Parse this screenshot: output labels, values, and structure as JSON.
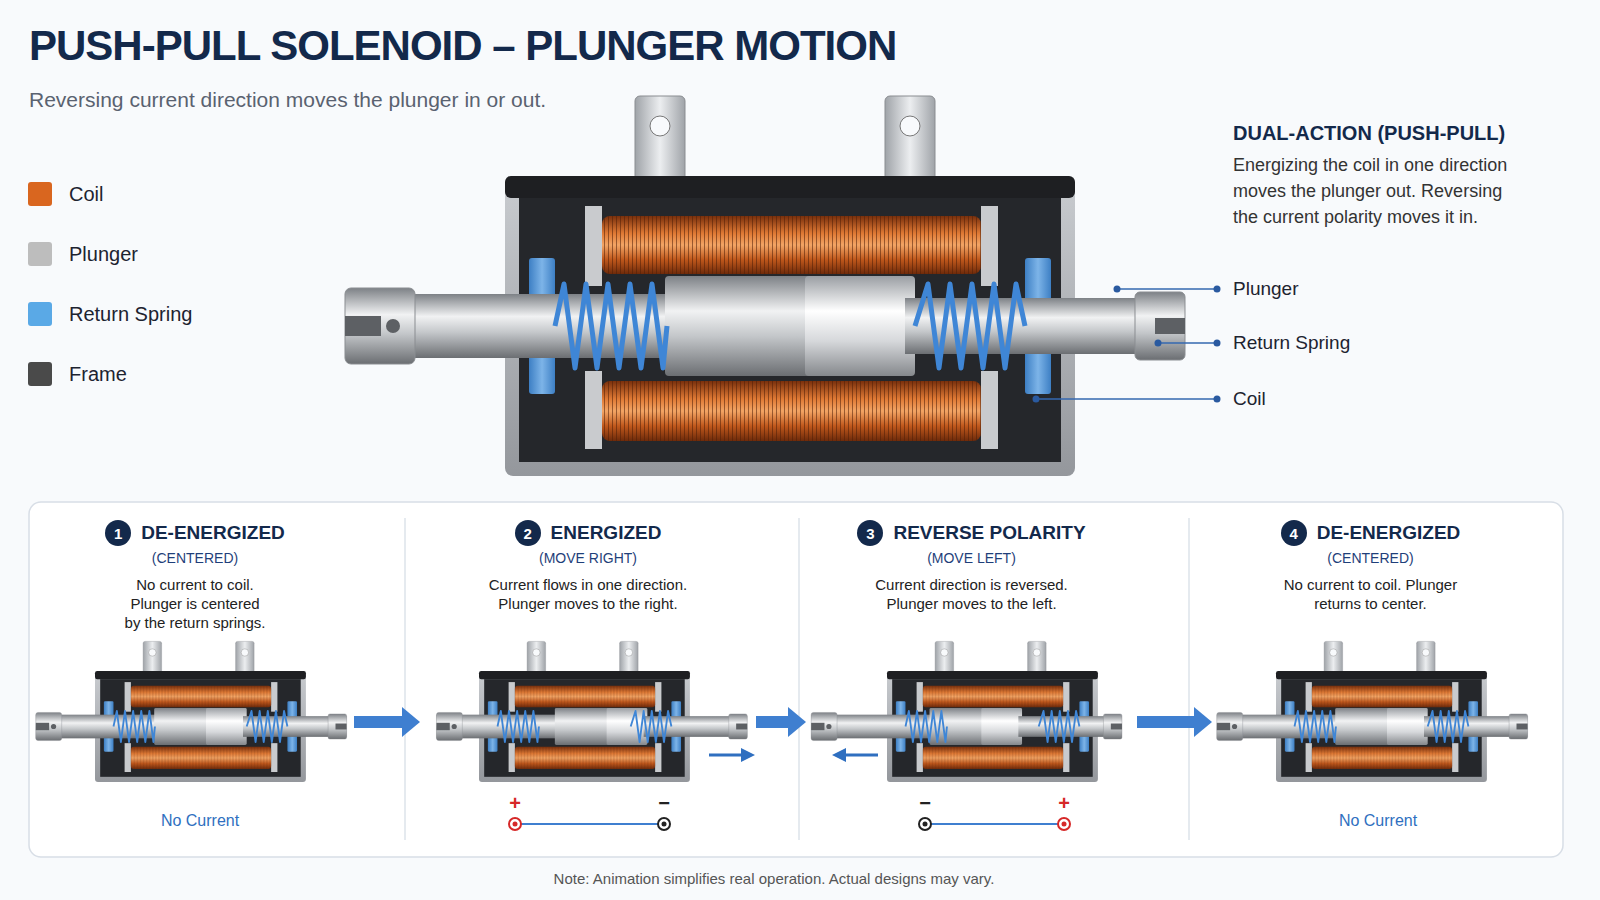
{
  "diagram": {
    "title": "PUSH-PULL SOLENOID – PLUNGER MOTION",
    "caption": "Reversing current direction moves the plunger in or out.",
    "nodes": [
      {
        "text": [
          "DE-ENERGIZED",
          "(CENTERED)",
          "No current to coil. Plunger is centered by the return springs."
        ]
      },
      {
        "text": [
          "1"
        ],
        "in": 0
      },
      {
        "text": [
          "ENERGIZED",
          "(MOVE RIGHT)",
          "Current flows in one direction. Plunger moves to the right."
        ]
      },
      {
        "text": [
          "2"
        ],
        "in": 2
      },
      {
        "text": [
          "REVERSE POLARITY",
          "(MOVE LEFT)",
          "Current direction is reversed. Plunger moves to the left."
        ]
      },
      {
        "text": [
          "3"
        ],
        "in": 4
      },
      {
        "text": [
          "DE-ENERGIZED",
          "(CENTERED)",
          "No current to coil. Plunger returns to center."
        ]
      },
      {
        "text": [
          "4"
        ],
        "in": 6
      }
    ],
    "edges": [
      {
        "from": 0,
        "to": 2,
        "arrow": "to"
      },
      {
        "from": 2,
        "to": 4,
        "arrow": "to"
      },
      {
        "from": 4,
        "to": 6,
        "arrow": "to"
      }
    ],
    "labels": [
      "DUAL-ACTION (PUSH-PULL)",
      "Energizing the coil in one direction moves the plunger out. Reversing the current polarity moves it in.",
      "Plunger",
      "Return Spring",
      "Coil",
      "No Current",
      "+",
      "−",
      "−",
      "+",
      "No Current",
      "Note: Animation simplifies real operation. Actual designs may vary."
    ],
    "legend": [
      {
        "text": "Coil",
        "color": "#d9661f"
      },
      {
        "text": "Plunger",
        "color": "#bdbdbd"
      },
      {
        "text": "Return Spring",
        "color": "#5aa9e6"
      },
      {
        "text": "Frame",
        "color": "#4a4a4a"
      }
    ]
  }
}
